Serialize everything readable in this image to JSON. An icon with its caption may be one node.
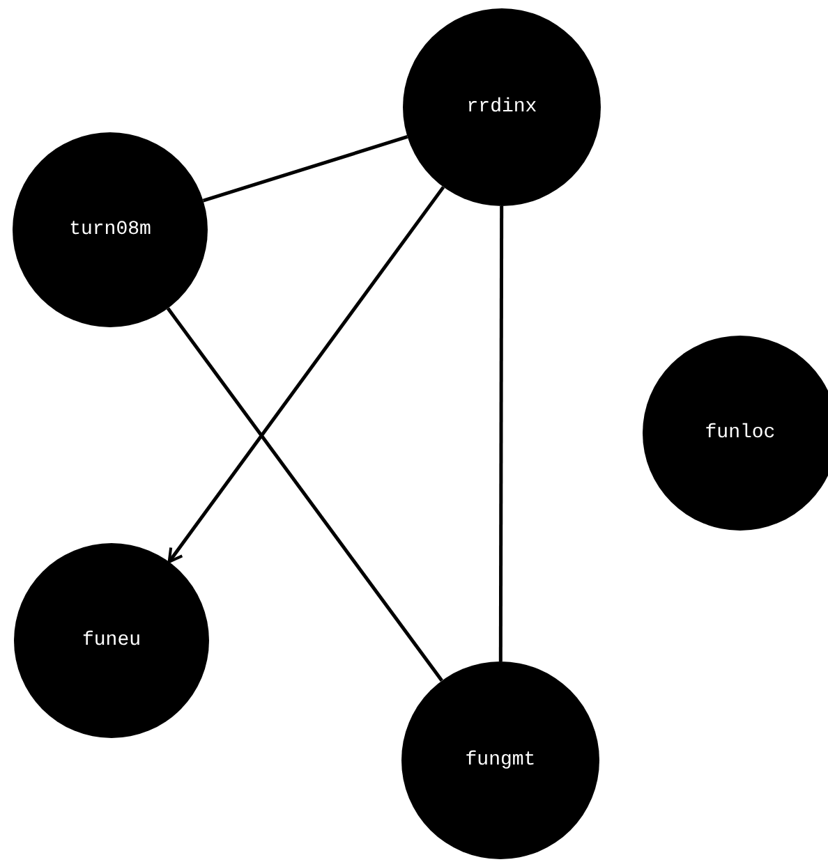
{
  "diagram": {
    "nodes": [
      {
        "text": [
          "rrdinx"
        ]
      },
      {
        "text": [
          "turn08m"
        ]
      },
      {
        "text": [
          "funloc"
        ]
      },
      {
        "text": [
          "funeu"
        ]
      },
      {
        "text": [
          "fungmt"
        ]
      }
    ],
    "edges": [
      {
        "from": 1,
        "to": 0,
        "arrow": "none"
      },
      {
        "from": 0,
        "to": 3,
        "arrow": "to"
      },
      {
        "from": 1,
        "to": 4,
        "arrow": "none"
      },
      {
        "from": 0,
        "to": 4,
        "arrow": "none"
      }
    ]
  }
}
